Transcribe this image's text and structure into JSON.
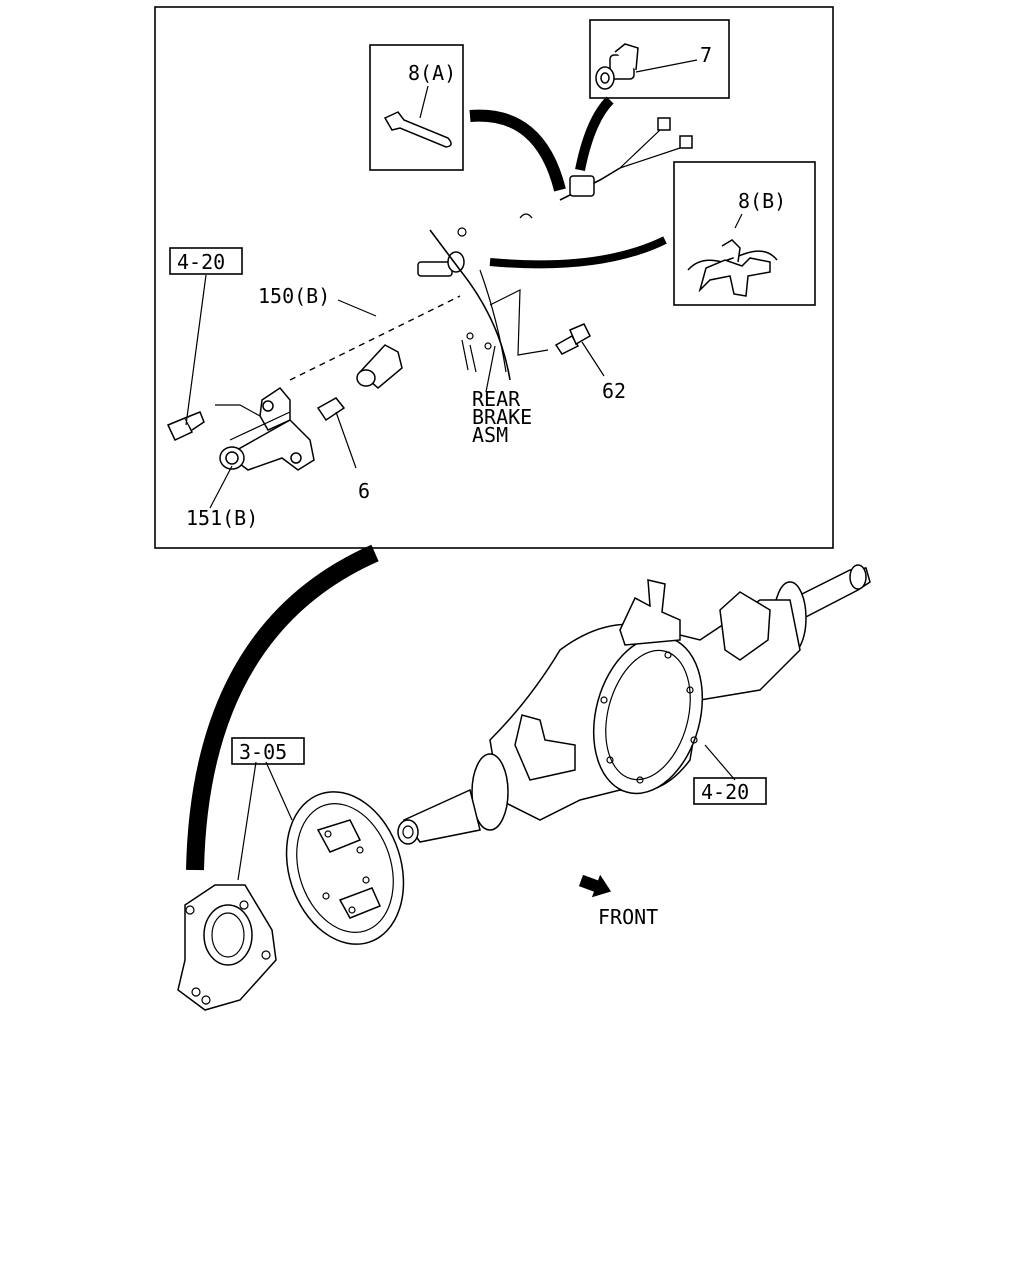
{
  "labels": {
    "ref_4_20_top": "4-20",
    "part_150b": "150(B)",
    "part_151b": "151(B)",
    "part_6": "6",
    "part_62": "62",
    "part_7": "7",
    "part_8a": "8(A)",
    "part_8b": "8(B)",
    "rear_brake_1": "REAR",
    "rear_brake_2": "BRAKE",
    "rear_brake_3": "ASM",
    "ref_3_05": "3-05",
    "ref_4_20_axle": "4-20",
    "front": "FRONT"
  }
}
